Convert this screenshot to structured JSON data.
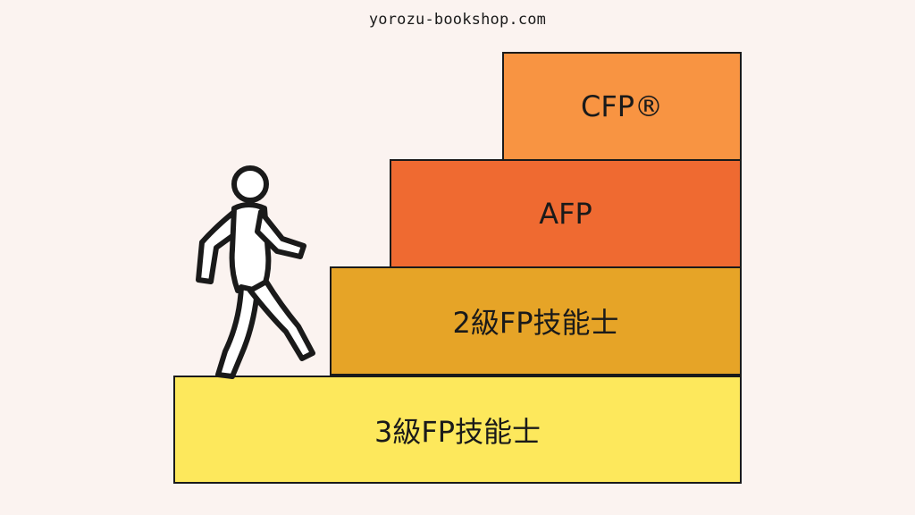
{
  "site": {
    "label": "yorozu-bookshop.com"
  },
  "steps": [
    {
      "id": "cfp",
      "label": "CFP®",
      "color": "#f89442"
    },
    {
      "id": "afp",
      "label": "AFP",
      "color": "#ef6a31"
    },
    {
      "id": "fp2",
      "label": "2級FP技能士",
      "color": "#e6a427"
    },
    {
      "id": "fp3",
      "label": "3級FP技能士",
      "color": "#fde85c"
    }
  ],
  "figure": {
    "icon": "walking-person-icon",
    "stroke_color": "#1a1a1a",
    "fill_color": "#ffffff"
  },
  "background_color": "#fbf3f0"
}
